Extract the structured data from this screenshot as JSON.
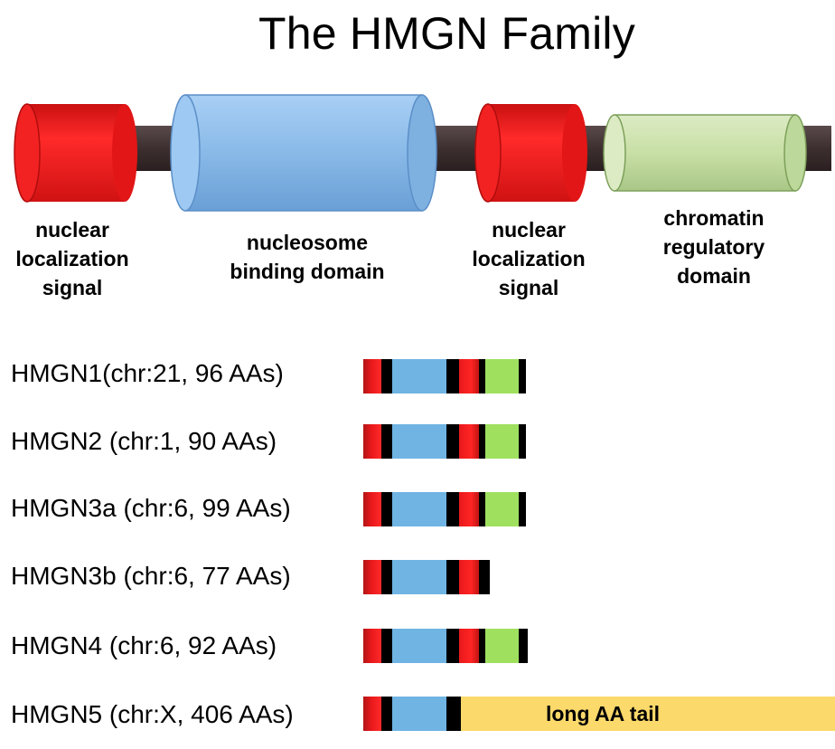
{
  "title": "The HMGN Family",
  "domain_map": {
    "labels": [
      {
        "id": "nls1",
        "lines": [
          "nuclear",
          "localization",
          "signal"
        ]
      },
      {
        "id": "nbd",
        "lines": [
          "nucleosome",
          "binding domain"
        ]
      },
      {
        "id": "nls2",
        "lines": [
          "nuclear",
          "localization",
          "signal"
        ]
      },
      {
        "id": "crd",
        "lines": [
          "chromatin",
          "regulatory",
          "domain"
        ]
      }
    ],
    "colors": {
      "nls": "#e8191c",
      "nucleosome_binding": "#8fbde8",
      "chromatin_regulatory": "#c9dfa6",
      "linker": "#3d2f30"
    }
  },
  "proteins": [
    {
      "name": "HMGN1(chr:21, 96 AAs)",
      "segments": [
        "red",
        "black",
        "blue",
        "black",
        "red",
        "black",
        "green",
        "black"
      ]
    },
    {
      "name": "HMGN2 (chr:1, 90 AAs)",
      "segments": [
        "red",
        "black",
        "blue",
        "black",
        "red",
        "black",
        "green",
        "black"
      ]
    },
    {
      "name": "HMGN3a (chr:6, 99 AAs)",
      "segments": [
        "red",
        "black",
        "blue",
        "black",
        "red",
        "black",
        "green",
        "black"
      ]
    },
    {
      "name": "HMGN3b (chr:6, 77 AAs)",
      "segments": [
        "red",
        "black",
        "blue",
        "black",
        "red",
        "black"
      ]
    },
    {
      "name": "HMGN4 (chr:6, 92 AAs)",
      "segments": [
        "red",
        "black",
        "blue",
        "black",
        "red",
        "black",
        "green",
        "black"
      ]
    },
    {
      "name": "HMGN5 (chr:X, 406 AAs)",
      "segments": [
        "red",
        "black",
        "blue",
        "black",
        "tail"
      ],
      "tail_label": "long AA tail"
    }
  ]
}
